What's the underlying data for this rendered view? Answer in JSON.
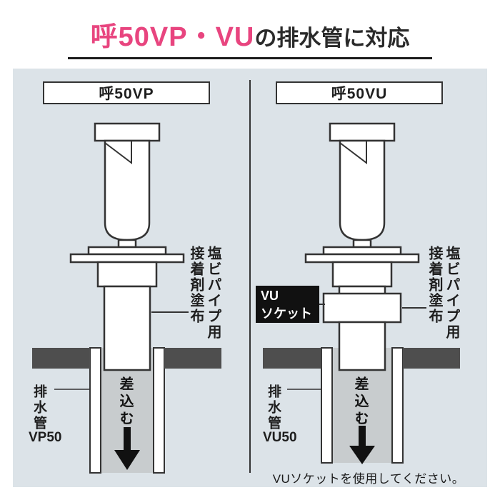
{
  "title": {
    "highlight": "呼50VP・VU",
    "rest": "の排水管に対応"
  },
  "colors": {
    "accent_pink": "#e8457f",
    "panel_bg": "#dce3e8",
    "outline": "#333333",
    "floor": "#4e4e4e",
    "pipe_interior": "#c8ccce",
    "socket_tag_bg": "#111111"
  },
  "panels": {
    "left": {
      "header": "呼50VP",
      "adhesive_note": "塩ビパイプ用\n接着剤塗布",
      "insert_label": "差込む",
      "drain_pipe_label": "排水管",
      "drain_pipe_code": "VP50"
    },
    "right": {
      "header": "呼50VU",
      "adhesive_note": "塩ビパイプ用\n接着剤塗布",
      "insert_label": "差込む",
      "drain_pipe_label": "排水管",
      "drain_pipe_code": "VU50",
      "socket_tag": "VU\nソケット",
      "footnote": "VUソケットを使用してください。"
    }
  }
}
